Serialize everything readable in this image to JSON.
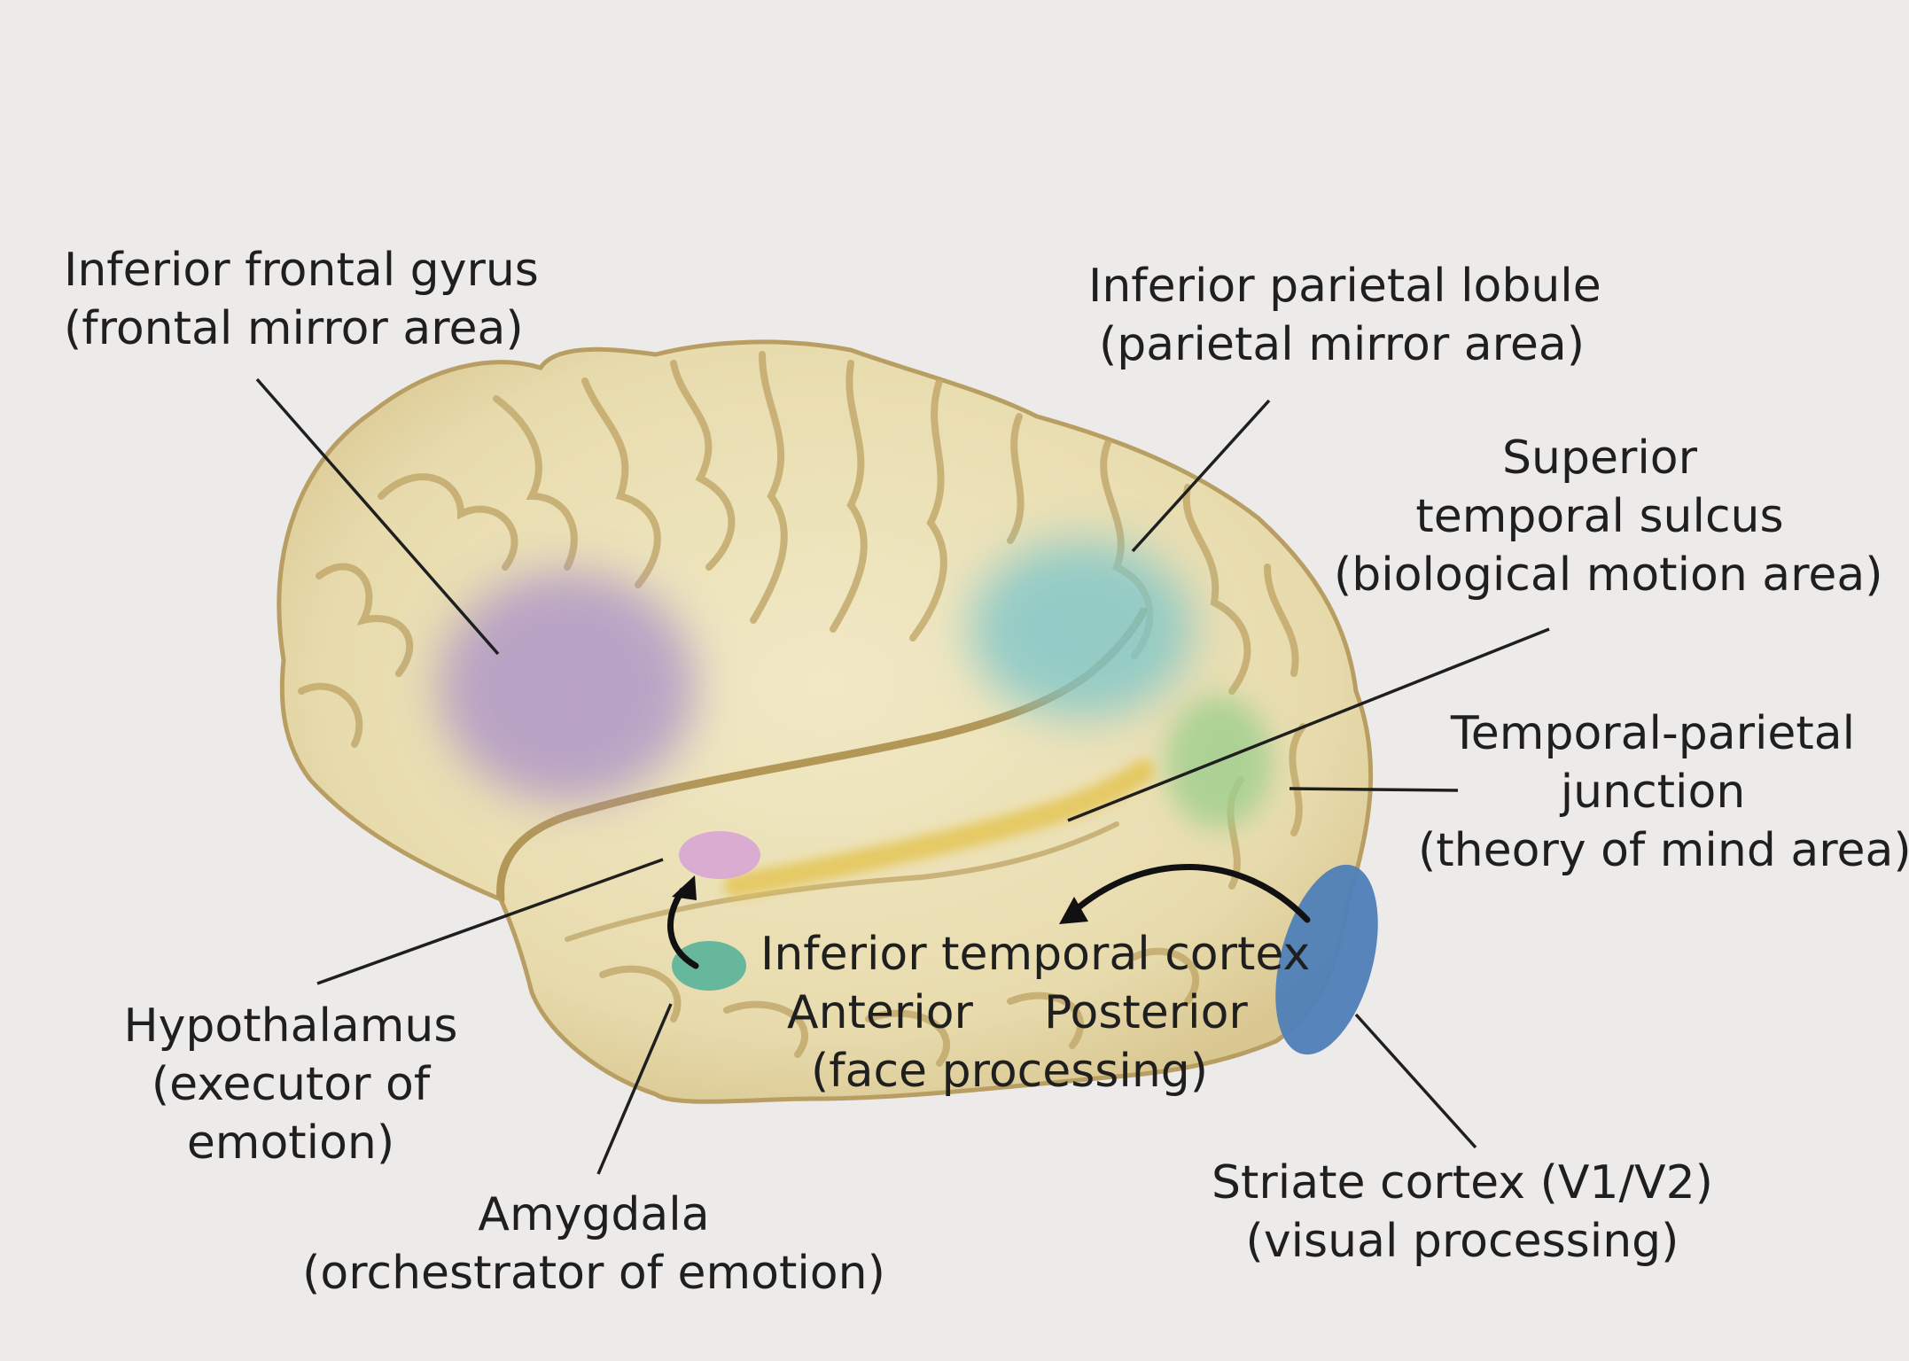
{
  "colors": {
    "background": "#ecebea",
    "brain_fill": "#ece2b8",
    "brain_outline": "#b89e62",
    "frontal_mirror_area": "#a98fc9",
    "parietal_mirror_area": "#7fc6c9",
    "temporal_parietal_junction": "#9fcf8e",
    "superior_temporal_sulcus": "#e4c554",
    "hypothalamus": "#d9a9d3",
    "amygdala": "#5fb49b",
    "striate_cortex": "#4f7fb8",
    "leader_line": "#1f1f1f"
  },
  "labels": {
    "ifg": {
      "line1": "Inferior frontal gyrus",
      "line2": "(frontal mirror area)"
    },
    "ipl": {
      "line1": "Inferior parietal lobule",
      "line2": "(parietal mirror area)"
    },
    "sts": {
      "line1": "Superior",
      "line2": "temporal sulcus",
      "line3": "(biological motion area)"
    },
    "tpj": {
      "line1": "Temporal-parietal",
      "line2": "junction",
      "line3": "(theory of mind area)"
    },
    "hypothalamus": {
      "line1": "Hypothalamus",
      "line2": "(executor of",
      "line3": "emotion)"
    },
    "amygdala": {
      "line1": "Amygdala",
      "line2": "(orchestrator of emotion)"
    },
    "itc": {
      "line1": "Inferior temporal cortex",
      "anterior": "Anterior",
      "posterior": "Posterior",
      "line3": "(face processing)"
    },
    "striate": {
      "line1": "Striate cortex (V1/V2)",
      "line2": "(visual processing)"
    }
  }
}
